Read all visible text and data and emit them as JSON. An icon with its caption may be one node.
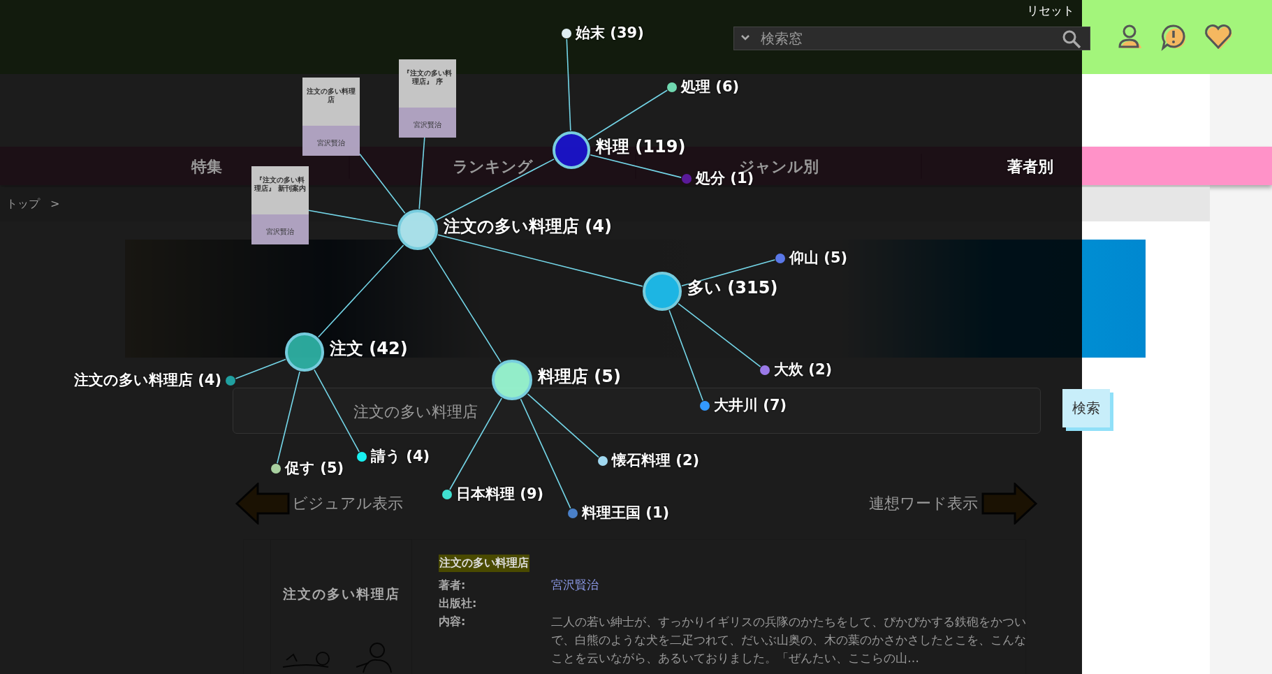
{
  "diagram": {
    "nodes": [
      {
        "text": [],
        "shape": "circle",
        "beside": [
          "始末 (39)"
        ]
      },
      {
        "text": [
          "『注文の多い料理店』 序",
          "宮沢賢治"
        ]
      },
      {
        "text": [],
        "shape": "circle",
        "beside": [
          "処理 (6)"
        ]
      },
      {
        "text": [
          "注文の多い料理店",
          "宮沢賢治"
        ]
      },
      {
        "text": [],
        "shape": "circle",
        "beside": [
          "料理 (119)"
        ]
      },
      {
        "text": [],
        "shape": "circle",
        "beside": [
          "処分 (1)"
        ]
      },
      {
        "text": [
          "『注文の多い料理店』 新刊案内",
          "宮沢賢治"
        ]
      },
      {
        "text": [],
        "shape": "circle",
        "beside": [
          "注文の多い料理店 (4)"
        ]
      },
      {
        "text": [],
        "shape": "circle",
        "beside": [
          "仰山 (5)"
        ]
      },
      {
        "text": [],
        "shape": "circle",
        "beside": [
          "多い (315)"
        ]
      },
      {
        "text": [],
        "shape": "circle",
        "beside": [
          "注文 (42)"
        ]
      },
      {
        "text": [],
        "shape": "circle",
        "beside": [
          "注文の多い料理店 (4)"
        ]
      },
      {
        "text": [],
        "shape": "circle",
        "beside": [
          "大炊 (2)"
        ]
      },
      {
        "text": [],
        "shape": "circle",
        "beside": [
          "料理店 (5)"
        ]
      },
      {
        "text": [],
        "shape": "circle",
        "beside": [
          "大井川 (7)"
        ]
      },
      {
        "text": [],
        "shape": "circle",
        "beside": [
          "請う (4)"
        ]
      },
      {
        "text": [],
        "shape": "circle",
        "beside": [
          "懐石料理 (2)"
        ]
      },
      {
        "text": [],
        "shape": "circle",
        "beside": [
          "促す (5)"
        ]
      },
      {
        "text": [],
        "shape": "circle",
        "beside": [
          "日本料理 (9)"
        ]
      },
      {
        "text": [],
        "shape": "circle",
        "beside": [
          "料理王国 (1)"
        ]
      }
    ],
    "edges": [
      {
        "from": 7,
        "to": 4,
        "arrow": "none"
      },
      {
        "from": 7,
        "to": 9,
        "arrow": "none"
      },
      {
        "from": 7,
        "to": 10,
        "arrow": "none"
      },
      {
        "from": 7,
        "to": 13,
        "arrow": "none"
      },
      {
        "from": 3,
        "to": 7,
        "arrow": "none"
      },
      {
        "from": 1,
        "to": 7,
        "arrow": "none"
      },
      {
        "from": 6,
        "to": 7,
        "arrow": "none"
      },
      {
        "from": 4,
        "to": 0,
        "arrow": "none"
      },
      {
        "from": 4,
        "to": 2,
        "arrow": "none"
      },
      {
        "from": 4,
        "to": 5,
        "arrow": "none"
      },
      {
        "from": 9,
        "to": 8,
        "arrow": "none"
      },
      {
        "from": 9,
        "to": 12,
        "arrow": "none"
      },
      {
        "from": 9,
        "to": 14,
        "arrow": "none"
      },
      {
        "from": 10,
        "to": 11,
        "arrow": "none"
      },
      {
        "from": 10,
        "to": 17,
        "arrow": "none"
      },
      {
        "from": 10,
        "to": 15,
        "arrow": "none"
      },
      {
        "from": 13,
        "to": 18,
        "arrow": "none"
      },
      {
        "from": 13,
        "to": 19,
        "arrow": "none"
      },
      {
        "from": 13,
        "to": 16,
        "arrow": "none"
      }
    ],
    "labels": [
      "リセット",
      "検索窓",
      "特集",
      "ランキング",
      "ジャンル別",
      "著者別",
      "トップ",
      ">",
      "注文の多い料理店",
      "検索",
      "ビジュアル表示",
      "連想ワード表示",
      "注文の多い料理店",
      "注文の多い料理店",
      "著者:",
      "宮沢賢治",
      "出版社:",
      "内容:",
      "二人の若い紳士が、すっかりイギリスの兵隊のかたちをして、ぴかぴかする鉄砲をかついで、白熊のような犬を二疋つれて、だいぶ山奥の、木の葉のかさかさしたとこを、こんなことを云いながら、あるいておりました。「ぜんたい、ここらの山…"
    ]
  }
}
